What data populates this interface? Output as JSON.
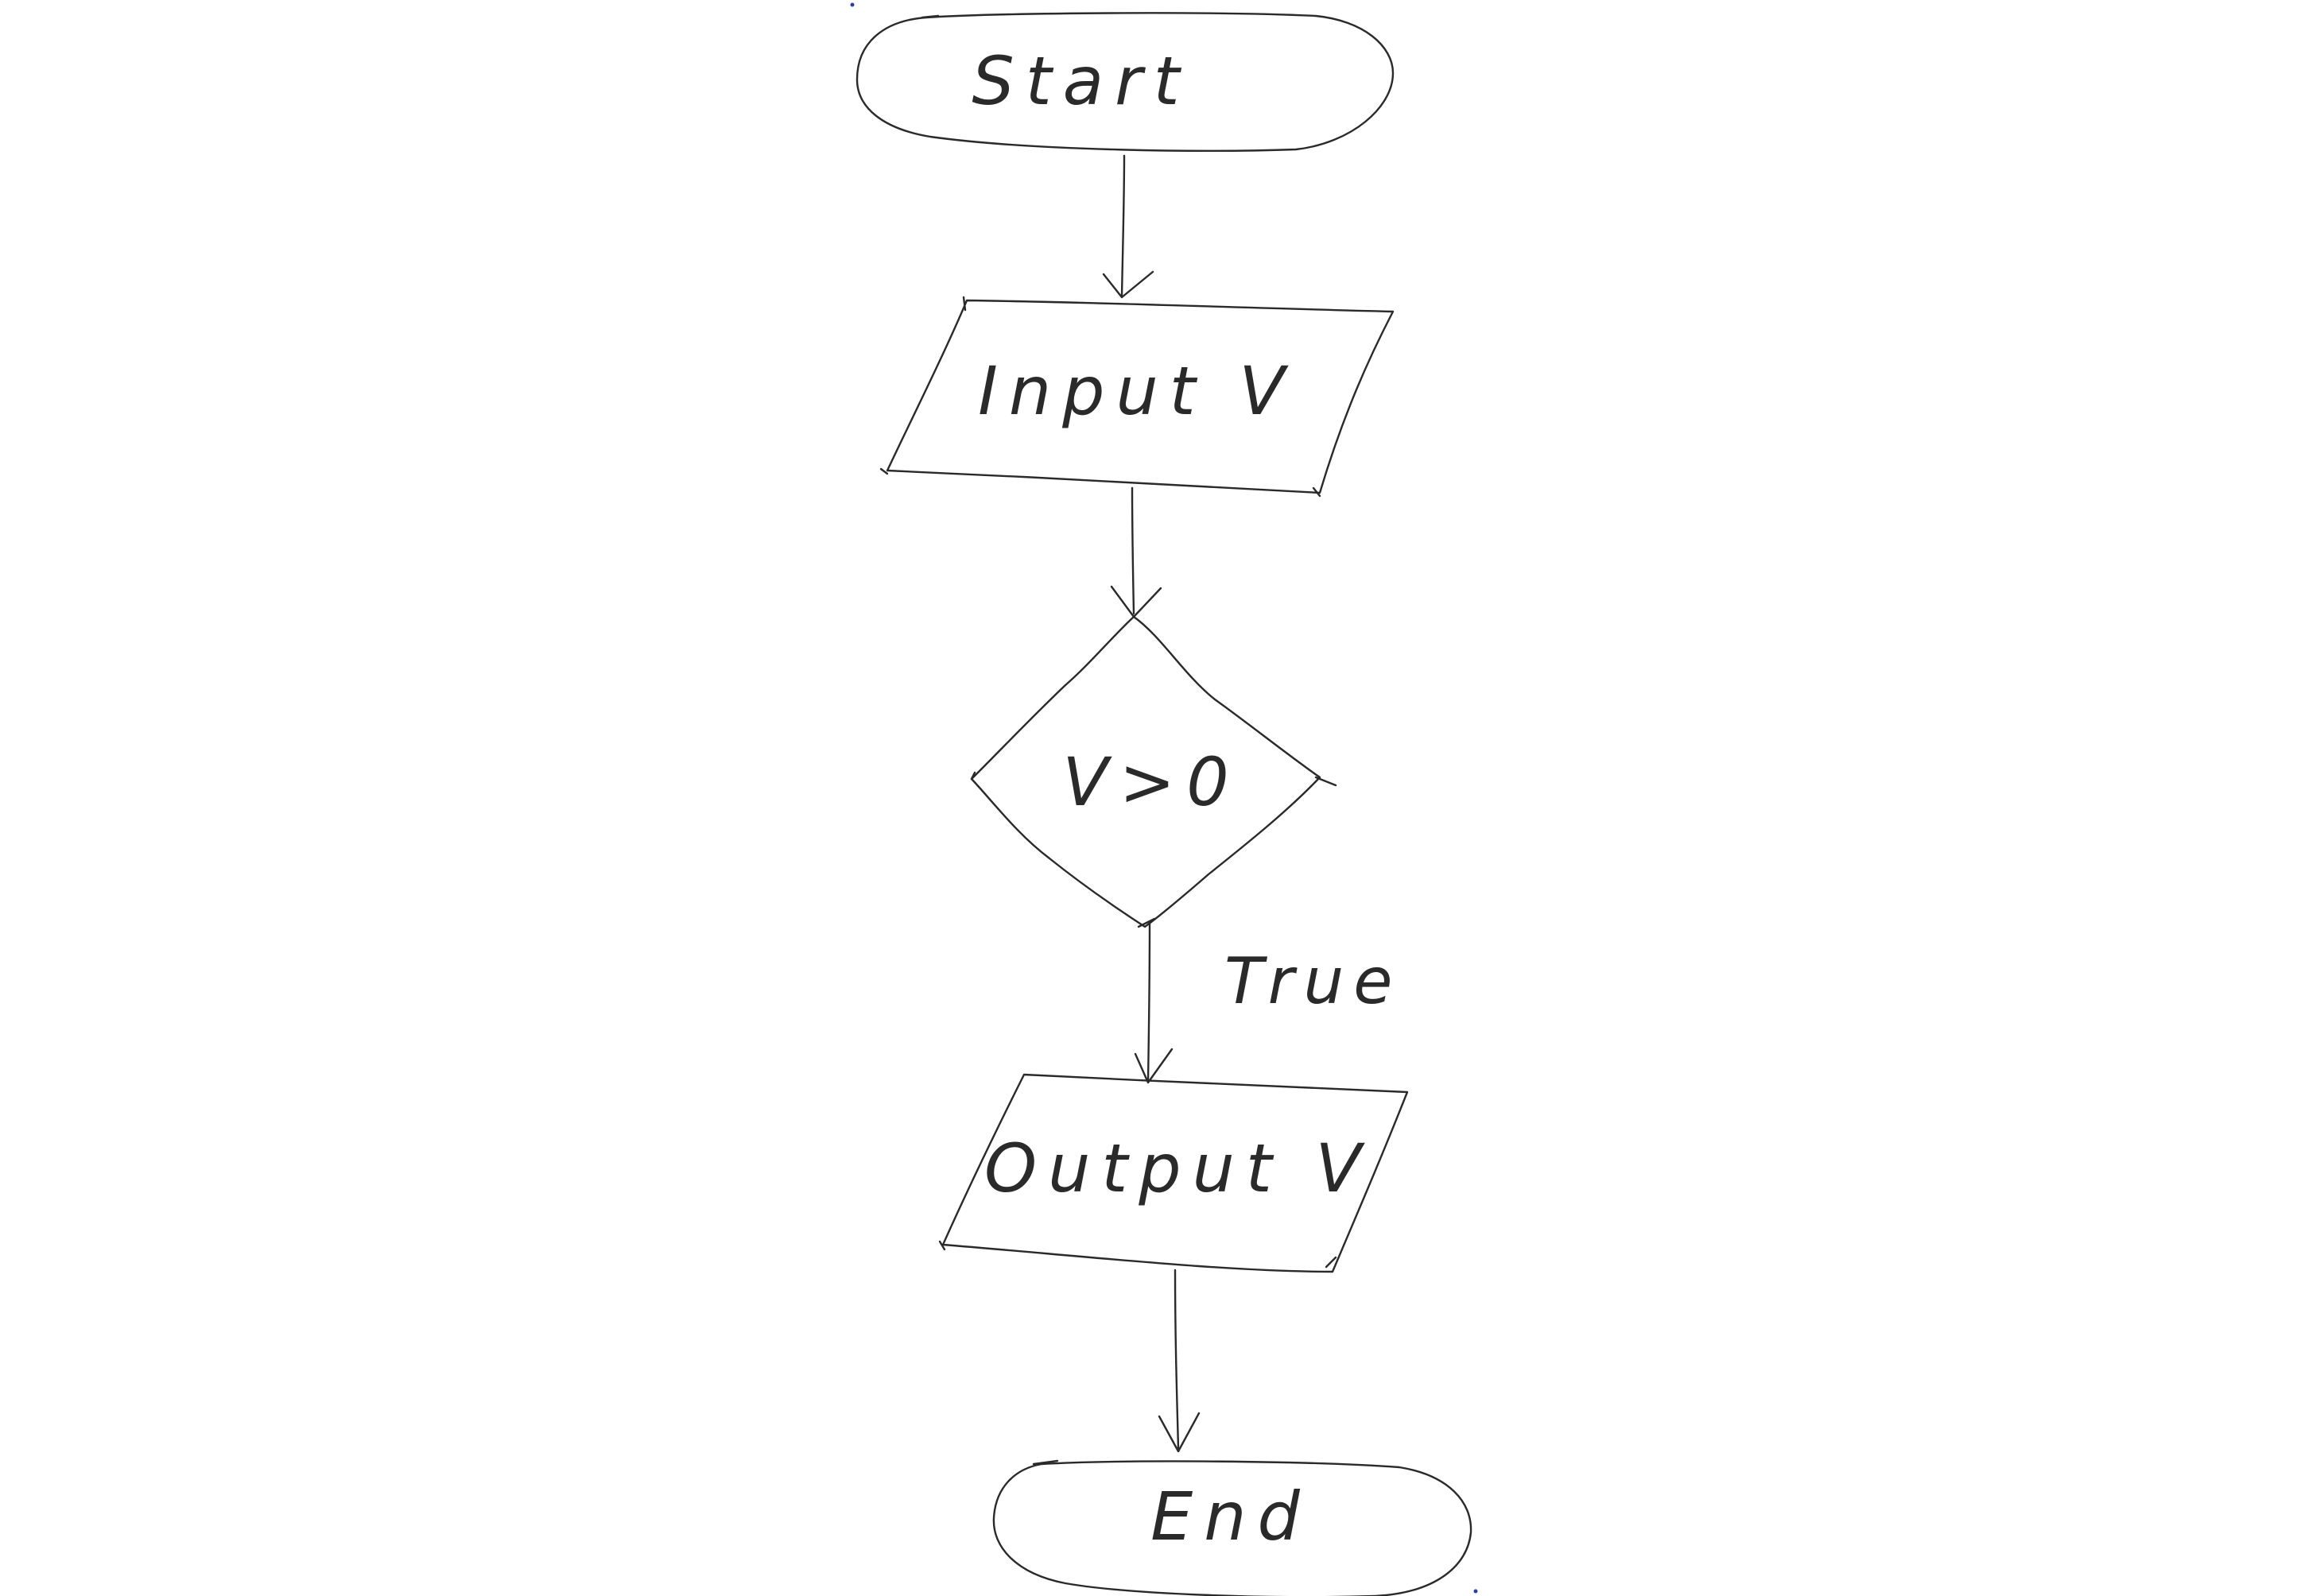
{
  "colors": {
    "ink": "#2a2a2a",
    "dot": "#2b3f9e",
    "background": "#ffffff"
  },
  "flowchart": {
    "start": {
      "label": "Start"
    },
    "input": {
      "label": "Input V"
    },
    "decision": {
      "label": "V>0"
    },
    "true_edge": {
      "label": "True"
    },
    "output": {
      "label": "Output V"
    },
    "end": {
      "label": "End"
    }
  }
}
